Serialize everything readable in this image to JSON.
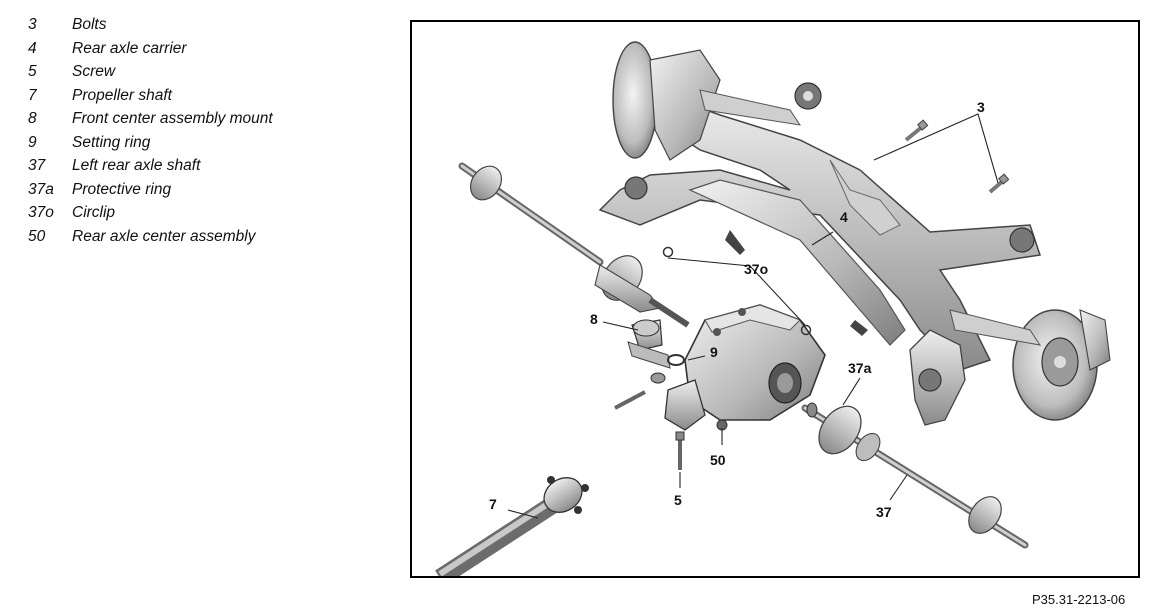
{
  "legend": [
    {
      "num": "3",
      "label": "Bolts"
    },
    {
      "num": "4",
      "label": "Rear axle carrier"
    },
    {
      "num": "5",
      "label": "Screw"
    },
    {
      "num": "7",
      "label": "Propeller shaft"
    },
    {
      "num": "8",
      "label": "Front center assembly mount"
    },
    {
      "num": "9",
      "label": "Setting ring"
    },
    {
      "num": "37",
      "label": "Left rear axle shaft"
    },
    {
      "num": "37a",
      "label": "Protective ring"
    },
    {
      "num": "37o",
      "label": "Circlip"
    },
    {
      "num": "50",
      "label": "Rear axle center assembly"
    }
  ],
  "callouts": {
    "c3": "3",
    "c4": "4",
    "c5": "5",
    "c7": "7",
    "c8": "8",
    "c9": "9",
    "c37": "37",
    "c37a": "37a",
    "c37o": "37o",
    "c50": "50"
  },
  "figure_code": "P35.31-2213-06"
}
